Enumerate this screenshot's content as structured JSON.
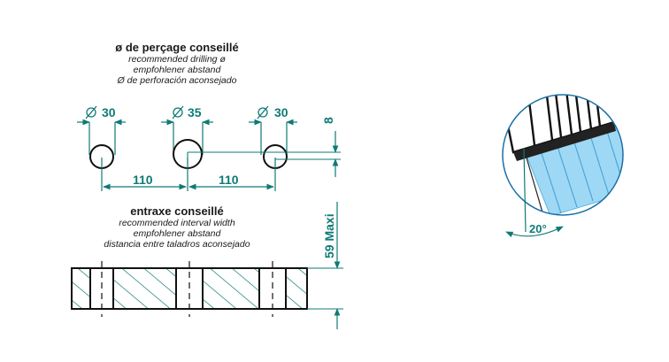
{
  "drilling_block": {
    "title": "ø de perçage conseillé",
    "lines": [
      "recommended drilling ø",
      "empfohlener abstand",
      "Ø de perforación aconsejado"
    ]
  },
  "interval_block": {
    "title": "entraxe conseillé",
    "lines": [
      "recommended interval width",
      "empfohlener abstand",
      "distancia entre taladros aconsejado"
    ]
  },
  "dimensions": {
    "hole_1": "30",
    "hole_2": "35",
    "hole_3": "30",
    "offset": "8",
    "spacing_1": "110",
    "spacing_2": "110",
    "max_depth": "59 Maxi",
    "angle": "20°"
  },
  "colors": {
    "dimension": "#0f7a75",
    "line": "#111111",
    "accent_fill": "#9fd8f5"
  }
}
